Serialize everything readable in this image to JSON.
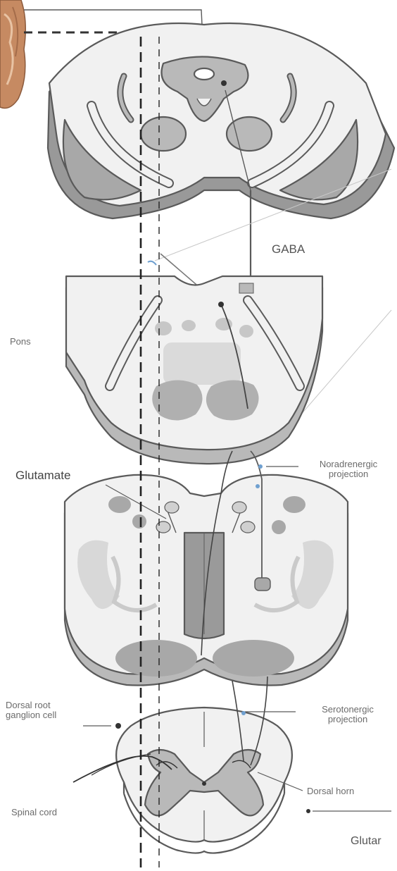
{
  "labels": {
    "gaba": "GABA",
    "pons": "Pons",
    "glutamate": "Glutamate",
    "noradrenergic_line1": "Noradrenergic",
    "noradrenergic_line2": "projection",
    "drg_line1": "Dorsal root",
    "drg_line2": "ganglion cell",
    "serotonergic_line1": "Serotonergic",
    "serotonergic_line2": "projection",
    "dorsal_horn": "Dorsal horn",
    "spinal_cord": "Spinal cord",
    "glutamate_cut": "Glutar"
  },
  "colors": {
    "outline": "#5a5a5a",
    "light_fill": "#f1f1f1",
    "mid_fill": "#b9b9b9",
    "dark_fill": "#999999",
    "skin": "#c68a62"
  }
}
